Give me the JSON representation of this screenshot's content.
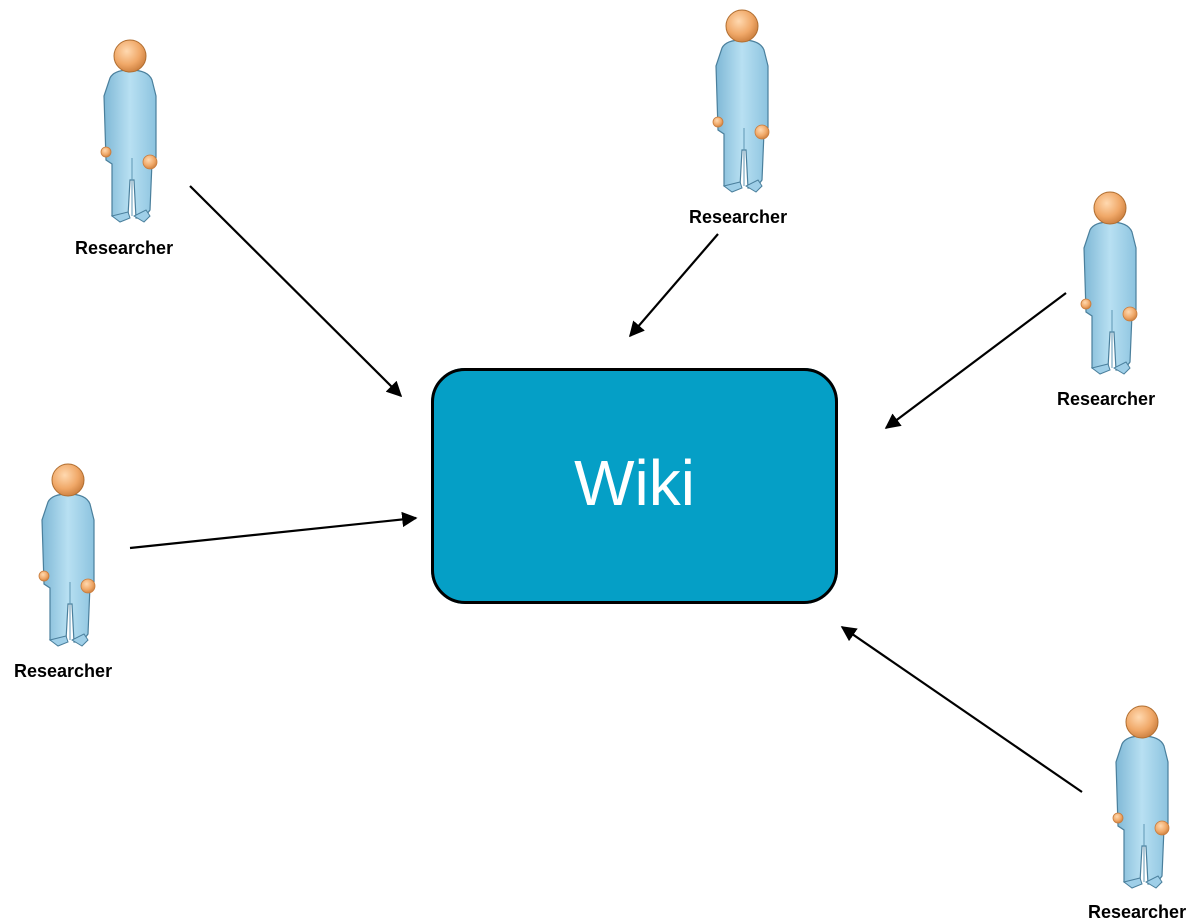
{
  "wiki": {
    "label": "Wiki",
    "fill": "#059FC6",
    "border": "#000000"
  },
  "researchers": [
    {
      "label": "Researcher"
    },
    {
      "label": "Researcher"
    },
    {
      "label": "Researcher"
    },
    {
      "label": "Researcher"
    },
    {
      "label": "Researcher"
    }
  ],
  "arrow_color": "#000000",
  "figure_colors": {
    "head": "#F0A868",
    "body": "#9FCFE8",
    "outline": "#4A7F9C"
  },
  "icons": [
    "person-icon",
    "arrow-icon"
  ]
}
